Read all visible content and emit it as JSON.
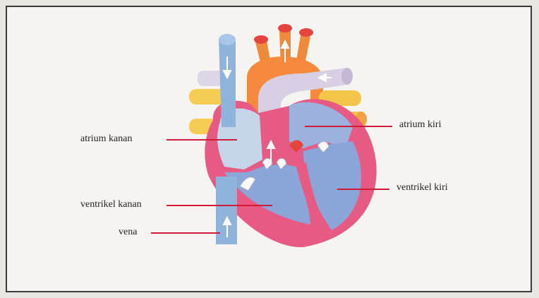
{
  "diagram": {
    "labels": {
      "atrium_kanan": "atrium kanan",
      "ventrikel_kanan": "ventrikel kanan",
      "vena": "vena",
      "atrium_kiri": "atrium kiri",
      "ventrikel_kiri": "ventrikel kiri"
    },
    "colors": {
      "pointer_line": "#d01b36",
      "aorta": "#f5893d",
      "vena_cava": "#8fb4dc",
      "heart_outline": "#e0527c",
      "chamber_blue": "#8aa6d8",
      "pulmonary_veins": "#f3c74a",
      "pulmonary_artery": "#d7cbe2",
      "valves": "#f4f4f4"
    }
  }
}
